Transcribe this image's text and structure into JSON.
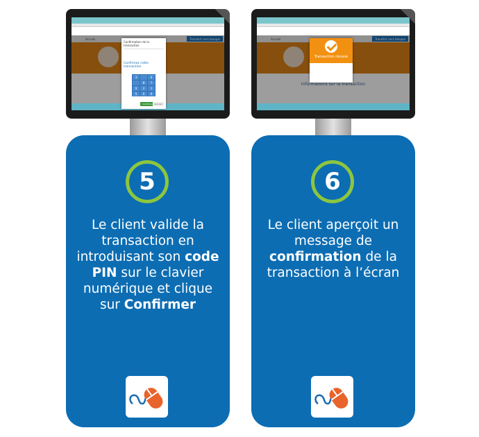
{
  "steps": [
    {
      "number": "5",
      "text": [
        "Le client valide la transaction en introduisant son ",
        "code PIN",
        " sur le clavier numérique et clique sur ",
        "Confirmer"
      ],
      "screen": {
        "nav_home": "Accueil",
        "nav_transfer": "Transfert vers banque",
        "modal_title": "Confirmation de la transaction",
        "modal_confirm_heading": "Confirmez cette transaction",
        "keypad": [
          "3",
          "",
          "4",
          "",
          "8",
          "7",
          "9",
          "2",
          "1",
          "5",
          "0",
          "6"
        ],
        "confirm_button": "Confirmer",
        "cancel_button": "Annuler"
      }
    },
    {
      "number": "6",
      "text": [
        "Le client aperçoit un message de ",
        "confirmation",
        " de la transaction à l’écran"
      ],
      "screen": {
        "nav_home": "Accueil",
        "nav_transfer": "Transfert vers banque",
        "modal_title": "Transaction réussie",
        "info_title": "Informations sur la transaction"
      }
    }
  ],
  "colors": {
    "card": "#0c6db3",
    "ring": "#8cc63f",
    "logo_mouse": "#e8642c",
    "logo_cable": "#1a6bb0",
    "success": "#f29111"
  },
  "icons": {
    "logo": "mouse-click-logo",
    "success": "checkmark-icon"
  }
}
